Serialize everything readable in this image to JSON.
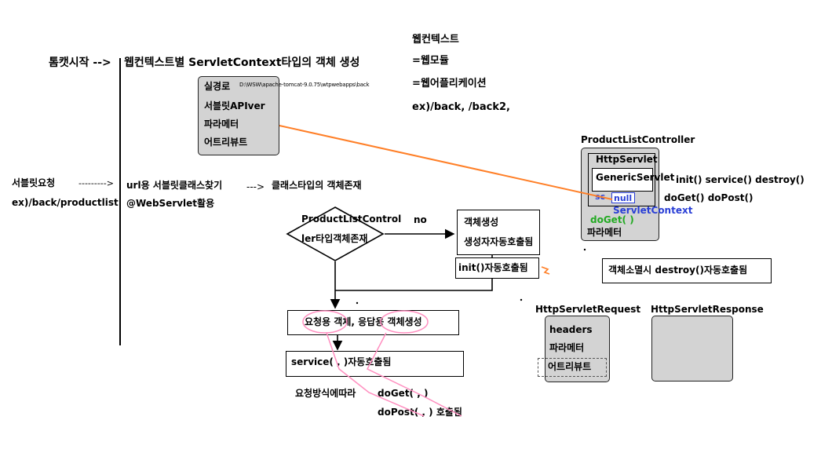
{
  "top": {
    "tomcat_start": "톰캣시작 -->",
    "per_webcontext": "웹컨텍스트별 ServletContext타입의 객체 생성"
  },
  "context_box": {
    "path_label": "실경로",
    "path_value": "D:\\WSW\\apache-tomcat-9.0.75\\wtpwebapps\\back",
    "api_ver": "서블릿APIver",
    "params": "파라메터",
    "attributes": "어트리뷰트"
  },
  "webcontext_note": {
    "title": "웹컨텍스트",
    "eq_module": "=웹모듈",
    "eq_app": "=웹어플리케이션",
    "example": "ex)/back, /back2,"
  },
  "request": {
    "label": "서블릿요청",
    "arrow": "--------->",
    "example": "ex)/back/productlist"
  },
  "flow": {
    "url_find": "url용 서블릿클래스찾기",
    "arrow_exist": "--->",
    "class_exist": "클래스타입의 객체존재",
    "annotation": "@WebServlet활용",
    "decision_line1": "ProductListControl",
    "decision_line2": "ler타입객체존재",
    "no": "no",
    "create_obj": "객체생성",
    "ctor_called": "생성자자동호출됨",
    "init_called": "init()자동호출됨",
    "req_resp_create": "요청용 객체, 응답용 객체생성",
    "service_call": "service(      ,        )자동호출됨",
    "by_method": "요청방식에따라",
    "doget_call": "doGet(      ,        )",
    "dopost_call": "doPost(      ,        ) 호출됨"
  },
  "controller": {
    "title": "ProductListController",
    "http_servlet": "HttpServlet",
    "generic_servlet": "GenericServlet",
    "sc": "sc",
    "null": "null",
    "servlet_context": "ServletContext",
    "doget": "doGet( )",
    "params": "파라메터",
    "methods1": "init() service() destroy()",
    "methods2": "doGet()   doPost()"
  },
  "destroy_note": "객체소멸시 destroy()자동호출됨",
  "http_request": {
    "title": "HttpServletRequest",
    "headers": "headers",
    "params": "파라메터",
    "attributes": "어트리뷰트"
  },
  "http_response": {
    "title": "HttpServletResponse"
  },
  "colors": {
    "gray_fill": "#d3d3d3",
    "orange_line": "#ff7f27",
    "pink": "#ff8fc0",
    "blue": "#2a3fd6",
    "green": "#22aa22"
  }
}
